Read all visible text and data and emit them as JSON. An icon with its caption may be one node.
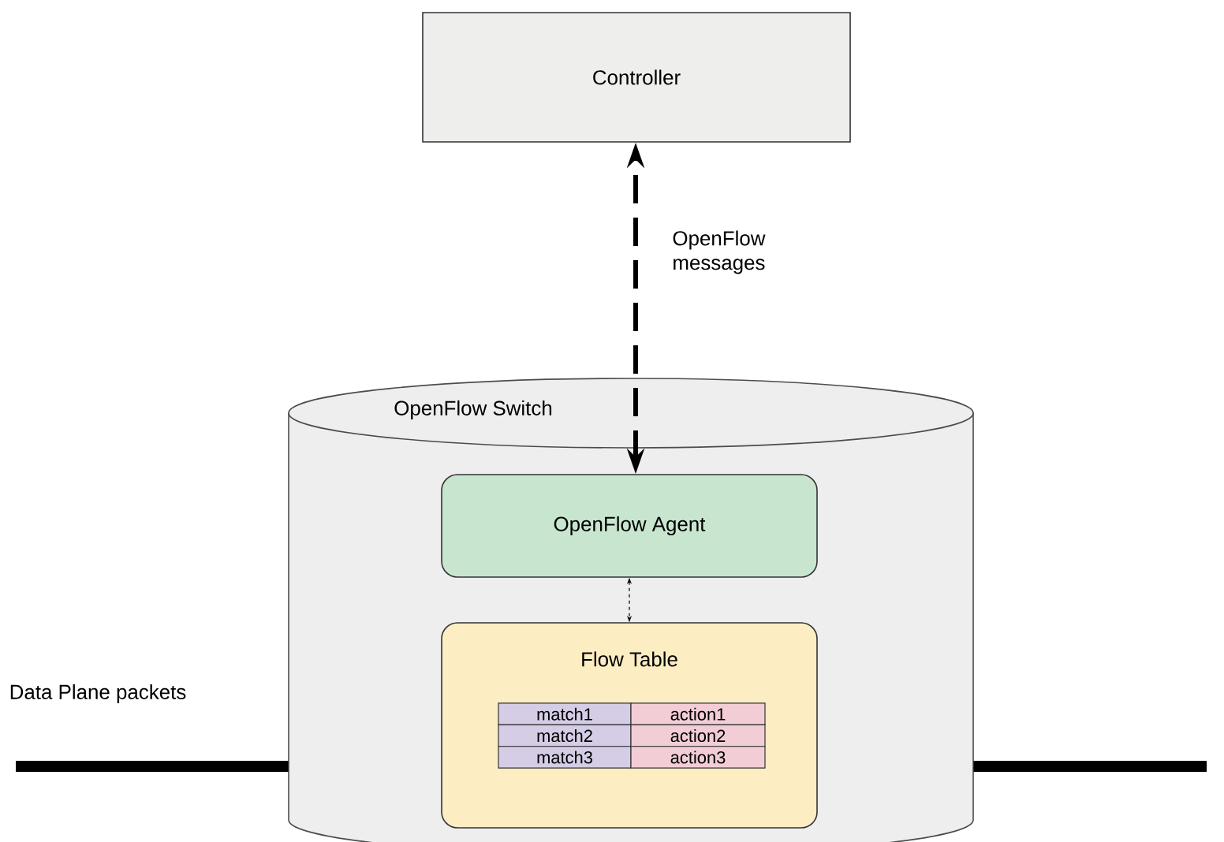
{
  "diagram": {
    "nodes": [
      {
        "text": [
          "Controller"
        ]
      },
      {
        "text": [
          "OpenFlow Switch"
        ]
      },
      {
        "text": [
          "OpenFlow Agent"
        ],
        "in": 1
      },
      {
        "text": [
          "Flow Table"
        ],
        "in": 1
      }
    ],
    "edges": [
      {
        "from": 2,
        "to": 0,
        "arrow": "both",
        "style": "dashed",
        "label": "OpenFlow messages"
      },
      {
        "from": 2,
        "to": 3,
        "arrow": "both",
        "style": "dashed"
      },
      {
        "from": null,
        "to": 1,
        "arrow": "none",
        "style": "thick"
      },
      {
        "from": 1,
        "to": null,
        "arrow": "none",
        "style": "thick"
      }
    ],
    "labels": [
      "Data Plane packets",
      "match1",
      "action1",
      "match2",
      "action2",
      "match3",
      "action3"
    ]
  }
}
